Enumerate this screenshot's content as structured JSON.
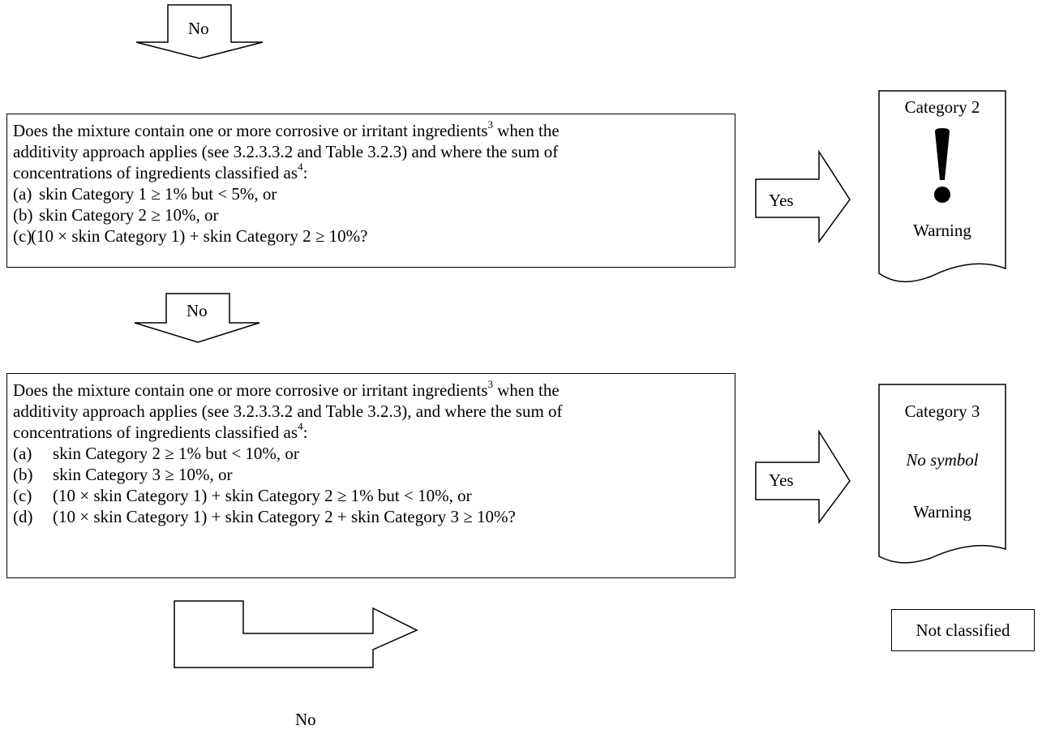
{
  "arrow_no_top": "No",
  "question1": {
    "intro_a": "Does the mixture contain one or more corrosive or irritant ingredients",
    "intro_sup": "3",
    "intro_b": " when the",
    "line2": "additivity approach applies (see 3.2.3.3.2 and Table 3.2.3) and where the sum of",
    "line3_a": "concentrations of ingredients classified as",
    "line3_sup": "4",
    "line3_b": ":",
    "items": [
      {
        "label": "(a)",
        "text": "skin Category 1 ≥ 1% but < 5%, or"
      },
      {
        "label": "(b)",
        "text": "skin Category 2 ≥ 10%, or"
      },
      {
        "label": "(c)",
        "text": "(10 × skin Category 1) + skin Category 2 ≥ 10%?"
      }
    ]
  },
  "yes1": "Yes",
  "result1": {
    "category": "Category 2",
    "signal": "Warning",
    "symbol": "exclamation-mark"
  },
  "arrow_no_mid": "No",
  "question2": {
    "intro_a": "Does the mixture contain one or more corrosive or irritant ingredients",
    "intro_sup": "3",
    "intro_b": " when the",
    "line2": "additivity approach applies (see 3.2.3.3.2 and Table 3.2.3), and where the sum of",
    "line3_a": "concentrations of ingredients classified as",
    "line3_sup": "4",
    "line3_b": ":",
    "items": [
      {
        "label": "(a)",
        "text": "skin Category 2 ≥ 1% but < 10%, or"
      },
      {
        "label": "(b)",
        "text": "skin Category 3 ≥ 10%, or"
      },
      {
        "label": "(c)",
        "text": "(10 × skin Category 1) + skin Category 2 ≥ 1% but < 10%, or"
      },
      {
        "label": "(d)",
        "text": "(10 × skin Category 1) + skin Category 2 + skin Category 3 ≥ 10%?"
      }
    ]
  },
  "yes2": "Yes",
  "result2": {
    "category": "Category 3",
    "symbol_text": "No symbol",
    "signal": "Warning"
  },
  "not_classified": "Not classified",
  "arrow_no_bottom": "No"
}
